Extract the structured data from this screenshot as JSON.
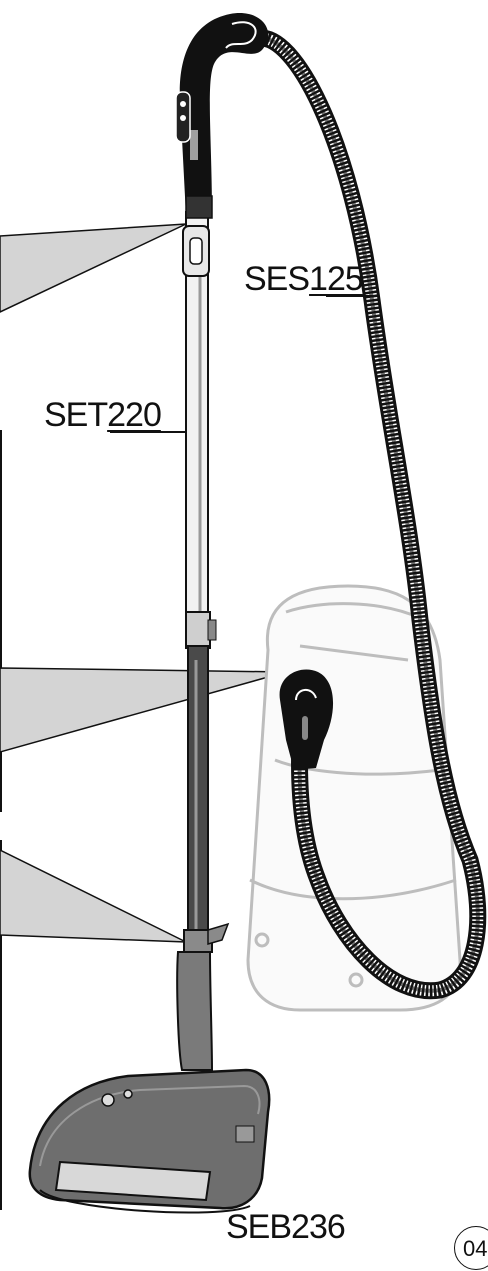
{
  "labels": {
    "hose_prefix": "SES",
    "hose_num": "125",
    "tube_prefix": "SET",
    "tube_num": "220",
    "brush": "SEB236"
  },
  "page_number": "04",
  "colors": {
    "ink": "#111111",
    "callout_fill": "#d4d4d4",
    "canister_outline": "#bdbdbd",
    "brush_body": "#6e6e6e"
  }
}
